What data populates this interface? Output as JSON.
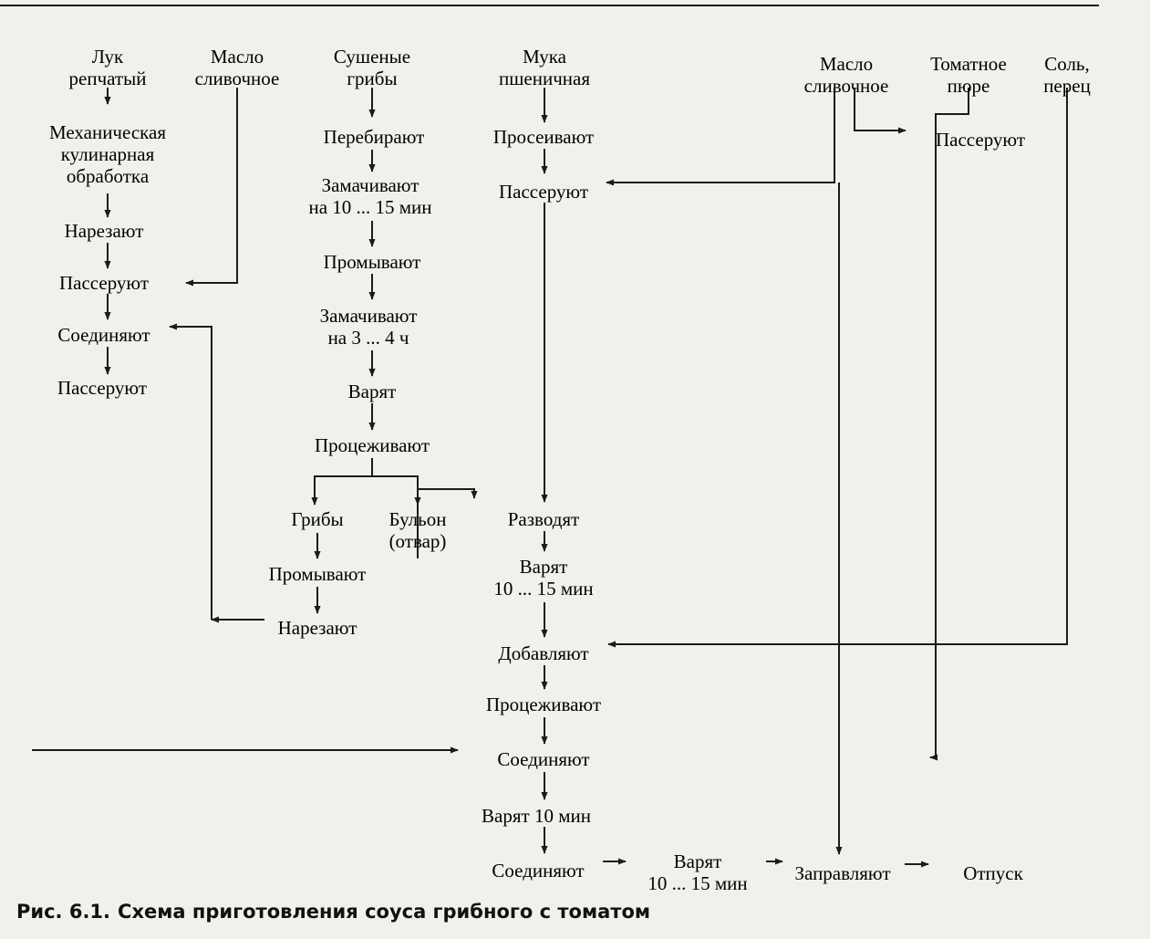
{
  "nodes": [
    {
      "id": "onion",
      "lines": [
        "Лук",
        "репчатый"
      ]
    },
    {
      "id": "butter1",
      "lines": [
        "Масло",
        "сливочное"
      ]
    },
    {
      "id": "mushrooms",
      "lines": [
        "Сушеные",
        "грибы"
      ]
    },
    {
      "id": "flour",
      "lines": [
        "Мука",
        "пшеничная"
      ]
    },
    {
      "id": "butter2",
      "lines": [
        "Масло",
        "сливочное"
      ]
    },
    {
      "id": "tomato",
      "lines": [
        "Томатное",
        "пюре"
      ]
    },
    {
      "id": "salt",
      "lines": [
        "Соль,",
        "перец"
      ]
    },
    {
      "id": "mech",
      "lines": [
        "Механическая",
        "кулинарная",
        "обработка"
      ]
    },
    {
      "id": "cut1",
      "lines": [
        "Нарезают"
      ]
    },
    {
      "id": "saute1",
      "lines": [
        "Пассеруют"
      ]
    },
    {
      "id": "combine1",
      "lines": [
        "Соединяют"
      ]
    },
    {
      "id": "saute2",
      "lines": [
        "Пассеруют"
      ]
    },
    {
      "id": "sort",
      "lines": [
        "Перебирают"
      ]
    },
    {
      "id": "soak1",
      "lines": [
        "Замачивают",
        "на 10 ... 15 мин"
      ]
    },
    {
      "id": "rinse1",
      "lines": [
        "Промывают"
      ]
    },
    {
      "id": "soak2",
      "lines": [
        "Замачивают",
        "на 3 ... 4 ч"
      ]
    },
    {
      "id": "boil1",
      "lines": [
        "Варят"
      ]
    },
    {
      "id": "strain1",
      "lines": [
        "Процеживают"
      ]
    },
    {
      "id": "mush2",
      "lines": [
        "Грибы"
      ]
    },
    {
      "id": "broth",
      "lines": [
        "Бульон",
        "(отвар)"
      ]
    },
    {
      "id": "rinse2",
      "lines": [
        "Промывают"
      ]
    },
    {
      "id": "cut2",
      "lines": [
        "Нарезают"
      ]
    },
    {
      "id": "sift",
      "lines": [
        "Просеивают"
      ]
    },
    {
      "id": "saute3",
      "lines": [
        "Пассеруют"
      ]
    },
    {
      "id": "dilute",
      "lines": [
        "Разводят"
      ]
    },
    {
      "id": "boil2",
      "lines": [
        "Варят",
        "10 ... 15 мин"
      ]
    },
    {
      "id": "add",
      "lines": [
        "Добавляют"
      ]
    },
    {
      "id": "strain2",
      "lines": [
        "Процеживают"
      ]
    },
    {
      "id": "combine2",
      "lines": [
        "Соединяют"
      ]
    },
    {
      "id": "boil3",
      "lines": [
        "Варят 10 мин"
      ]
    },
    {
      "id": "combine3",
      "lines": [
        "Соединяют"
      ]
    },
    {
      "id": "boil4",
      "lines": [
        "Варят",
        "10 ... 15 мин"
      ]
    },
    {
      "id": "season",
      "lines": [
        "Заправляют"
      ]
    },
    {
      "id": "serve",
      "lines": [
        "Отпуск"
      ]
    },
    {
      "id": "saute4",
      "lines": [
        "Пассеруют"
      ]
    }
  ],
  "caption": {
    "number": "Рис. 6.1.",
    "text": "Схема приготовления соуса грибного с томатом"
  }
}
